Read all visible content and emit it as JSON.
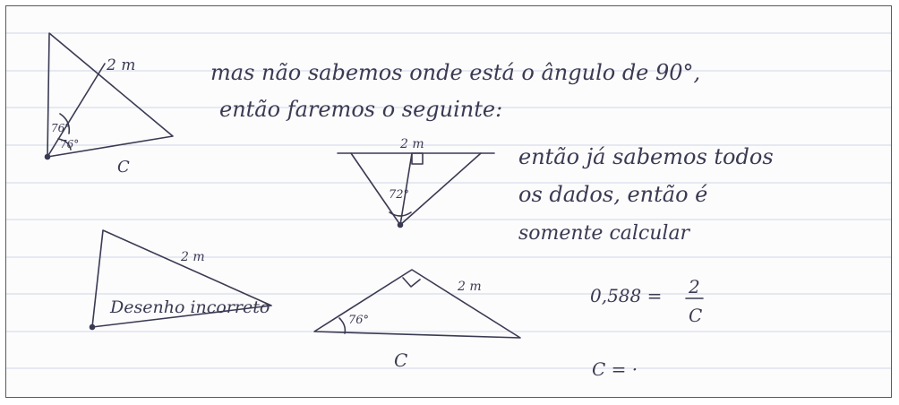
{
  "notes": {
    "line1": "mas não sabemos onde está o ângulo de 90°,",
    "line2": "então faremos o seguinte:",
    "line3": "então já sabemos todos",
    "line4": "os dados, então é",
    "line5": "somente calcular",
    "wrong_label": "Desenho incorreto"
  },
  "figure1": {
    "side_label": "2 m",
    "angle_top": "76°",
    "angle_bottom": "76°",
    "base_label": "C"
  },
  "figure2": {
    "side_label": "2 m",
    "angle_label": "72°"
  },
  "figure3": {
    "side_label": "2 m"
  },
  "figure4": {
    "side_label": "2 m",
    "angle_label": "76°",
    "base_label": "C"
  },
  "equation": {
    "lhs": "0,588 =",
    "numerator": "2",
    "denominator": "C",
    "result": "C = ·"
  },
  "colors": {
    "ink": "#3a3a52",
    "rule_line": "#cfd6e6",
    "paper": "#fcfcfd",
    "border": "#5a5a5a"
  }
}
